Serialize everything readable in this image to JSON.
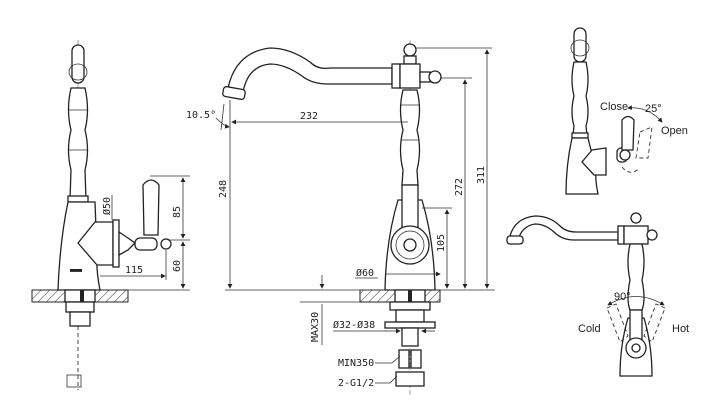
{
  "dimensions": {
    "handle_diameter": "Ø50",
    "handle_height_upper": "85",
    "handle_height_lower": "60",
    "handle_reach": "115",
    "spout_angle": "10.5°",
    "spout_reach": "232",
    "spout_height": "248",
    "handle_axis_height": "272",
    "total_height": "311",
    "lever_height": "105",
    "base_diameter": "Ø60",
    "max_counter_thickness": "MAX30",
    "hole_diameter": "Ø32-Ø38",
    "hose_length": "MIN350",
    "connection_thread": "2-G1/2"
  },
  "operation": {
    "close_label": "Close",
    "open_label": "Open",
    "tilt_angle": "25°",
    "rotation_angle": "90°",
    "cold_label": "Cold",
    "hot_label": "Hot"
  }
}
